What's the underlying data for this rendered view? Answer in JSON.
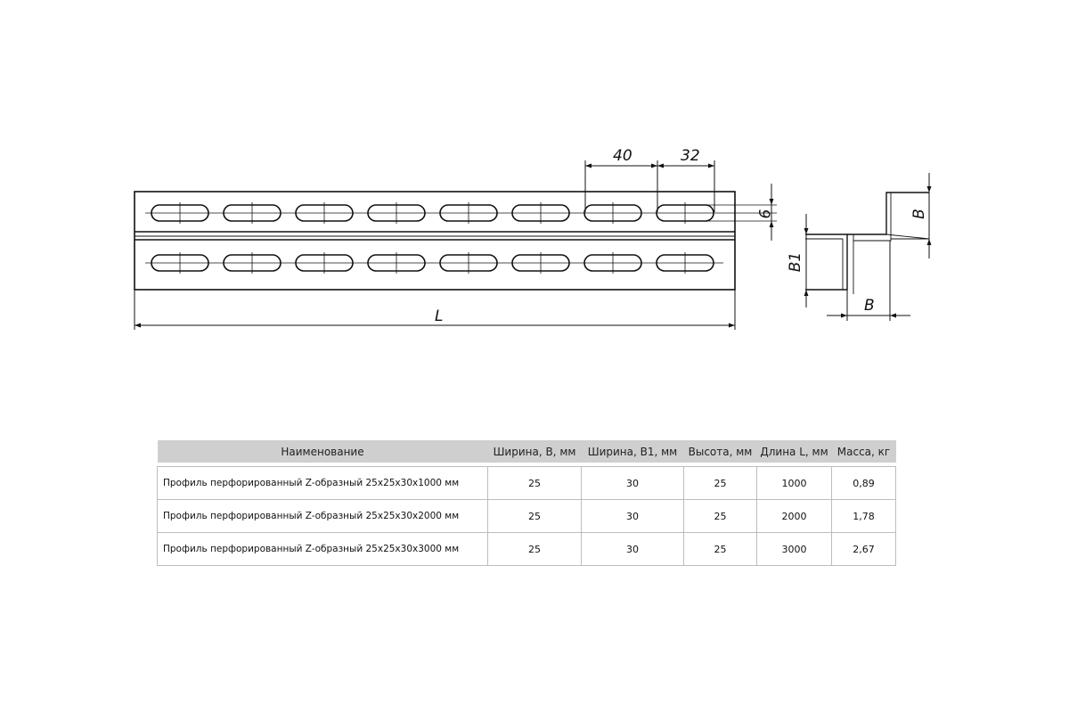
{
  "drawing": {
    "dimensions": {
      "slot_pitch": "40",
      "slot_length": "32",
      "slot_width": "9",
      "length": "L",
      "side_width": "B",
      "side_height": "B",
      "profile_height": "B1"
    },
    "slots_per_row": 8,
    "slot_rows": 2
  },
  "table": {
    "headers": [
      "Наименование",
      "Ширина, B, мм",
      "Ширина, B1, мм",
      "Высота, мм",
      "Длина L, мм",
      "Масса, кг"
    ],
    "rows": [
      [
        "Профиль перфорированный Z-образный  25x25x30x1000 мм",
        "25",
        "30",
        "25",
        "1000",
        "0,89"
      ],
      [
        "Профиль перфорированный Z-образный  25x25x30x2000 мм",
        "25",
        "30",
        "25",
        "2000",
        "1,78"
      ],
      [
        "Профиль перфорированный Z-образный 25x25x30x3000 мм",
        "25",
        "30",
        "25",
        "3000",
        "2,67"
      ]
    ]
  }
}
